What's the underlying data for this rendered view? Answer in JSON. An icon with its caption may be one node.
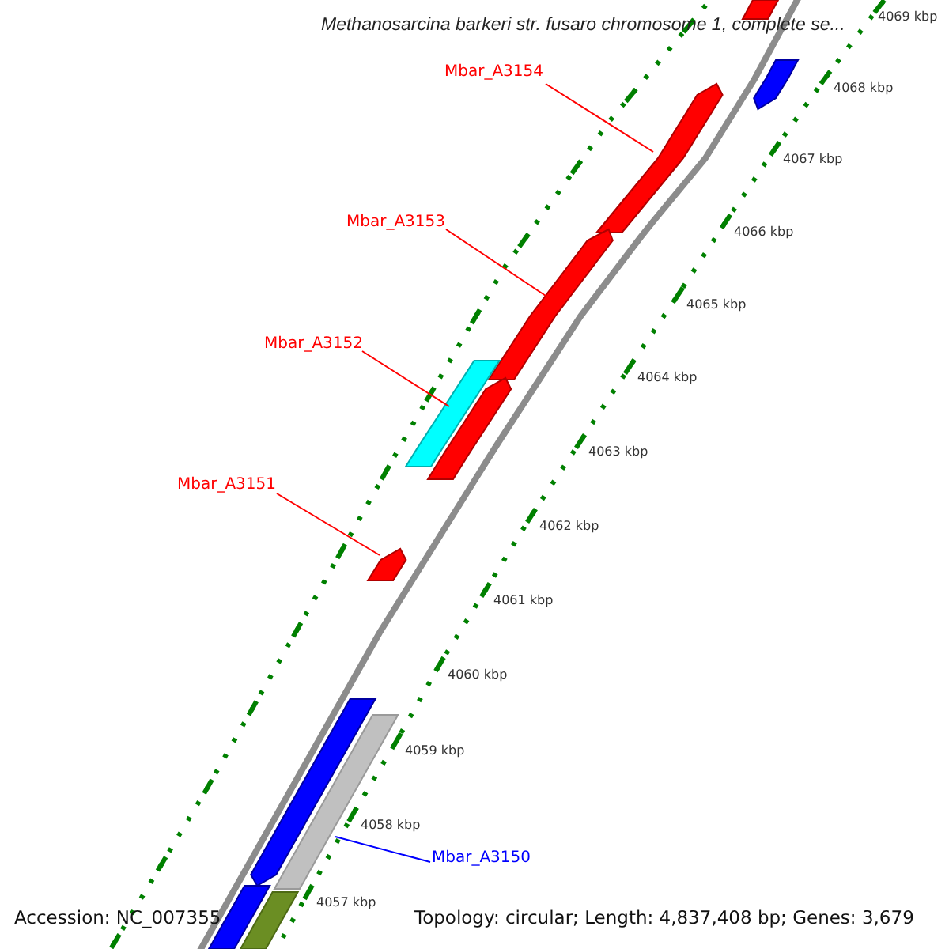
{
  "diagram": {
    "title": "Methanosarcina barkeri str. fusaro chromosome 1, complete se...",
    "nodes": [
      {
        "text": [],
        "shape": "bar"
      },
      {
        "text": [],
        "shape": "bar"
      },
      {
        "text": [
          "Mbar_A3154"
        ]
      },
      {
        "text": [],
        "shape": "bar"
      },
      {
        "text": [
          "Mbar_A3153"
        ]
      },
      {
        "text": [],
        "shape": "bar"
      },
      {
        "text": [
          "Mbar_A3152"
        ]
      },
      {
        "text": [],
        "shape": "bar"
      },
      {
        "text": [],
        "shape": "bar"
      },
      {
        "text": [
          "Mbar_A3151"
        ]
      },
      {
        "text": [],
        "shape": "bar"
      },
      {
        "text": [],
        "shape": "bar"
      },
      {
        "text": [],
        "shape": "bar"
      },
      {
        "text": [
          "Mbar_A3150"
        ]
      },
      {
        "text": [],
        "shape": "bar"
      },
      {
        "text": [],
        "shape": "bar"
      }
    ],
    "edges": [
      {
        "from": 2,
        "to": 3,
        "arrow": "none"
      },
      {
        "from": 4,
        "to": 5,
        "arrow": "none"
      },
      {
        "from": 6,
        "to": 7,
        "arrow": "none"
      },
      {
        "from": 9,
        "to": 10,
        "arrow": "none"
      },
      {
        "from": 13,
        "to": 12,
        "arrow": "none",
        "color": "#0000ff"
      }
    ],
    "labels": [
      "4069 kbp",
      "4068 kbp",
      "4067 kbp",
      "4066 kbp",
      "4065 kbp",
      "4064 kbp",
      "4063 kbp",
      "4062 kbp",
      "4061 kbp",
      "4060 kbp",
      "4059 kbp",
      "4058 kbp",
      "4057 kbp",
      "Accession: NC_007355",
      "Topology: circular; Length: 4,837,408 bp; Genes: 3,679"
    ]
  }
}
